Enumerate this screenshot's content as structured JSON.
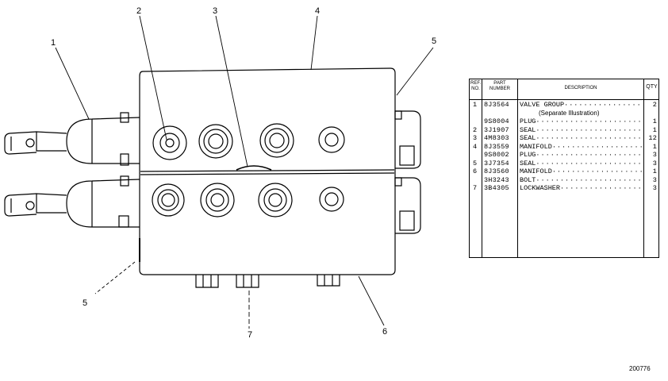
{
  "callouts": [
    "1",
    "2",
    "3",
    "4",
    "5",
    "5",
    "6",
    "7"
  ],
  "table": {
    "headers": {
      "ref": "REF.\nNO.",
      "part": "PART\nNUMBER",
      "desc": "DESCRIPTION",
      "qty": "QTY"
    },
    "rows": [
      {
        "ref": "1",
        "part": "8J3564",
        "desc": "VALVE GROUP",
        "qty": "2"
      },
      {
        "ref": "",
        "part": "",
        "desc": "(Separate Illustration)",
        "qty": ""
      },
      {
        "ref": "",
        "part": "9S8004",
        "desc": "PLUG",
        "qty": "1"
      },
      {
        "ref": "2",
        "part": "3J1907",
        "desc": "SEAL",
        "qty": "1"
      },
      {
        "ref": "3",
        "part": "4M8303",
        "desc": "SEAL",
        "qty": "12"
      },
      {
        "ref": "4",
        "part": "8J3559",
        "desc": "MANIFOLD",
        "qty": "1"
      },
      {
        "ref": "",
        "part": "9S8002",
        "desc": "PLUG",
        "qty": "3"
      },
      {
        "ref": "5",
        "part": "3J7354",
        "desc": "SEAL",
        "qty": "3"
      },
      {
        "ref": "6",
        "part": "8J3560",
        "desc": "MANIFOLD",
        "qty": "1"
      },
      {
        "ref": "",
        "part": "3H3243",
        "desc": "BOLT",
        "qty": "3"
      },
      {
        "ref": "7",
        "part": "3B4305",
        "desc": "LOCKWASHER",
        "qty": "3"
      }
    ]
  },
  "drawing_number": "200776"
}
